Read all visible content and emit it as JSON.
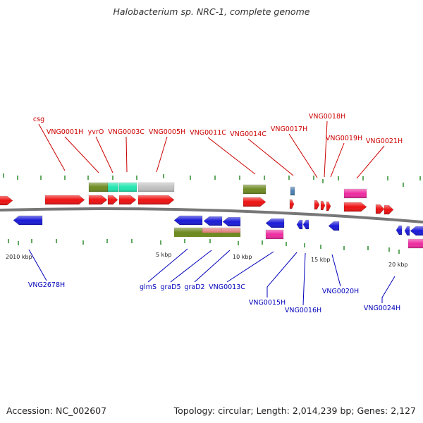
{
  "title": "Halobacterium sp. NRC-1, complete genome",
  "footer": {
    "accession": "Accession: NC_002607",
    "summary": "Topology: circular; Length: 2,014,239 bp; Genes: 2,127"
  },
  "scale_labels": [
    "2010 kbp",
    "5 kbp",
    "10 kbp",
    "15 kbp",
    "20 kbp"
  ],
  "top_labels": [
    "csg",
    "VNG0001H",
    "yvrO",
    "VNG0003C",
    "VNG0005H",
    "VNG0011C",
    "VNG0014C",
    "VNG0017H",
    "VNG0018H",
    "VNG0019H",
    "VNG0021H"
  ],
  "bottom_labels": [
    "VNG2678H",
    "glmS",
    "graD5",
    "graD2",
    "VNG0013C",
    "VNG0015H",
    "VNG0016H",
    "VNG0020H",
    "VNG0024H"
  ],
  "colors": {
    "forward_gene": "#ee1111",
    "reverse_gene": "#1a1ad8",
    "cog_olive": "#6e8a22",
    "cog_teal": "#22e6b0",
    "cog_gray": "#c2c2c2",
    "cog_salmon": "#e07a7a",
    "cog_magenta": "#ee2ca0",
    "cog_steel": "#4a7eb0",
    "tick": "#2a8a2a",
    "backbone": "#777777",
    "forward_label": "#cc0000",
    "reverse_label": "#0000bb"
  }
}
